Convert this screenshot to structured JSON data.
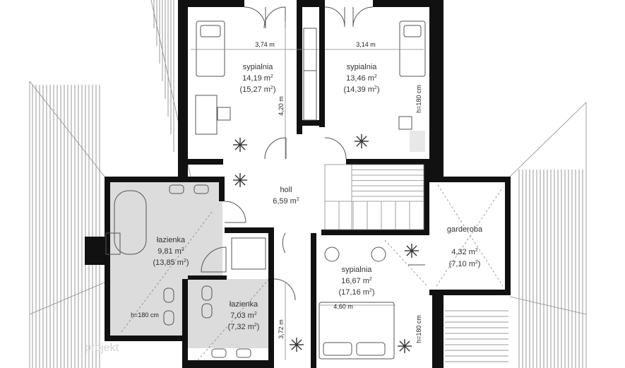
{
  "rooms": [
    {
      "id": "bedroom-1",
      "name": "sypialnia",
      "area": "14,19 m",
      "area_gross": "(15,27 m",
      "sup": "2",
      "close": ")"
    },
    {
      "id": "bedroom-2",
      "name": "sypialnia",
      "area": "13,46 m",
      "area_gross": "(14,39 m",
      "sup": "2",
      "close": ")"
    },
    {
      "id": "hall",
      "name": "holl",
      "area": "6,59 m",
      "sup": "2"
    },
    {
      "id": "bathroom-1",
      "name": "łazienka",
      "area": "9,81 m",
      "area_gross": "(13,85 m",
      "sup": "2",
      "close": ")"
    },
    {
      "id": "bathroom-2",
      "name": "łazienka",
      "area": "7,03 m",
      "area_gross": "(7,32 m",
      "sup": "2",
      "close": ")"
    },
    {
      "id": "bedroom-3",
      "name": "sypialnia",
      "area": "16,67 m",
      "area_gross": "(17,16 m",
      "sup": "2",
      "close": ")"
    },
    {
      "id": "wardrobe",
      "name": "garderoba",
      "area": "4,32 m",
      "area_gross": "(7,10 m",
      "sup": "2",
      "close": ")"
    }
  ],
  "dimensions": {
    "bedroom1_width": "3,74 m",
    "bedroom2_width": "3,14 m",
    "bedroom1_depth": "4,20 m",
    "bedroom2_height": "h=180 cm",
    "bathroom1_height": "h=180 cm",
    "bedroom3_width": "4,60 m",
    "bedroom3_depth": "3,72 m",
    "bedroom3_height": "h=180 cm"
  },
  "watermark": "projekt",
  "colors": {
    "wall": "#111111",
    "bathroom_tile": "#dcdcdc",
    "roof_lines": "#9a9a9a",
    "text": "#333333"
  }
}
